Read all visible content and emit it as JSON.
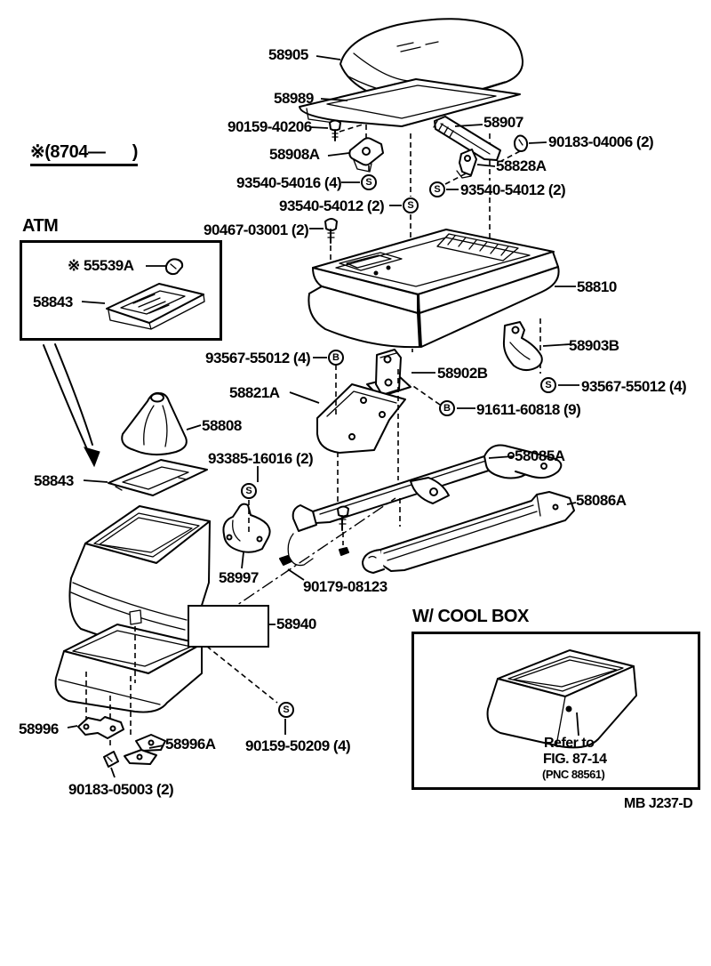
{
  "diagram": {
    "note_top_left": "※(8704—      )",
    "section_atm_label": "ATM",
    "section_cool_box_label": "W/ COOL BOX",
    "cool_box_note_line1": "Refer to",
    "cool_box_note_line2": "FIG. 87-14",
    "cool_box_note_line3": "(PNC 88561)",
    "doc_code": "MB  J237-D",
    "fastener_symbols": {
      "s": "S",
      "b": "B"
    },
    "labels": {
      "p58905": "58905",
      "p58989": "58989",
      "p90159_40206": "90159-40206",
      "p58907": "58907",
      "p90183_04006": "90183-04006 (2)",
      "p58908A": "58908A",
      "p58828A": "58828A",
      "p93540_54016": "93540-54016 (4)",
      "p93540_54012_right": "93540-54012 (2)",
      "p93540_54012_left": "93540-54012 (2)",
      "p90467_03001": "90467-03001 (2)",
      "p55539A": "※ 55539A",
      "p58843_atm": "58843",
      "p58810": "58810",
      "p58903B": "58903B",
      "p93567_55012_left": "93567-55012 (4)",
      "p58902B": "58902B",
      "p93567_55012_right": "93567-55012 (4)",
      "p91611_60818": "91611-60818 (9)",
      "p58821A": "58821A",
      "p58808": "58808",
      "p93385_16016": "93385-16016 (2)",
      "p58085A": "58085A",
      "p58843_lower": "58843",
      "p58086A": "58086A",
      "p58997": "58997",
      "p90179_08123": "90179-08123",
      "p58940": "58940",
      "p58996": "58996",
      "p58996A": "58996A",
      "p90159_50209": "90159-50209 (4)",
      "p90183_05003": "90183-05003 (2)"
    }
  }
}
